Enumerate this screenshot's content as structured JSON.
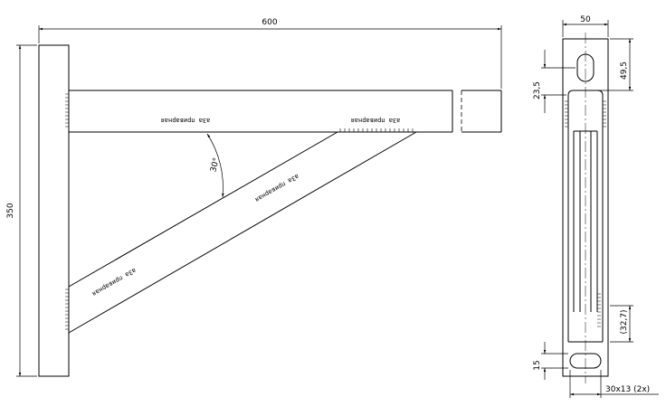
{
  "front_view": {
    "dim_width": "600",
    "dim_height": "350",
    "dim_angle": "30°",
    "weld_label_top_left": "a3a приварная",
    "weld_label_top_right": "a3a приварная",
    "weld_label_brace_upper": "a3a приварная",
    "weld_label_brace_lower": "a3a приварная"
  },
  "side_view": {
    "dim_width": "50",
    "dim_slot_top": "23,5",
    "dim_slot_offset": "49,5",
    "dim_lower": "(32,7)",
    "dim_bottom_slot": "15",
    "dim_slot_size": "30x13 (2x)"
  }
}
